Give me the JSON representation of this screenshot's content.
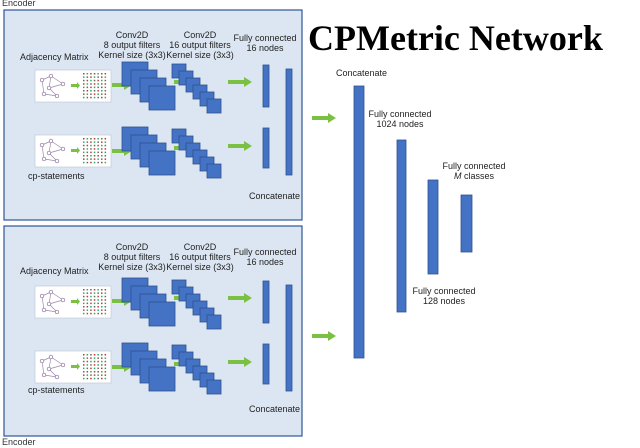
{
  "title": "CPMetric Network",
  "encoder_label": "Encoder",
  "labels": {
    "adjacency_matrix": "Adjacency Matrix",
    "cp_statements": "cp-statements",
    "conv1": [
      "Conv2D",
      "8 output filters",
      "Kernel size (3x3)"
    ],
    "conv2": [
      "Conv2D",
      "16 output filters",
      "Kernel size (3x3)"
    ],
    "fc16": [
      "Fully connected",
      "16 nodes"
    ],
    "concatenate": "Concatenate",
    "fc1024": [
      "Fully connected",
      "1024 nodes"
    ],
    "fcM_line1": "Fully connected",
    "fcM_M": "M",
    "fcM_classes": " classes",
    "fc128": [
      "Fully connected",
      "128 nodes"
    ]
  },
  "colors": {
    "encoder_fill": "#dce6f2",
    "encoder_border": "#2e5597",
    "layer_blue": "#4472c4",
    "layer_border": "#2f528f",
    "arrow_green": "#7ac143"
  }
}
